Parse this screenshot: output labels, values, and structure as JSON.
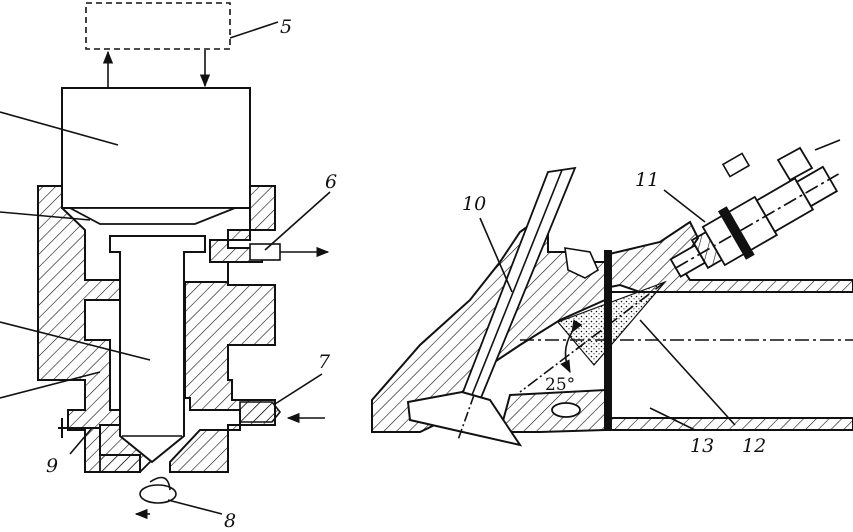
{
  "figure": {
    "left_labels": [
      "5",
      "6",
      "7",
      "8",
      "9"
    ],
    "right_labels": [
      "10",
      "11",
      "12",
      "13"
    ],
    "angle_label": "25°"
  },
  "colors": {
    "ink": "#111111",
    "paper": "#ffffff"
  }
}
